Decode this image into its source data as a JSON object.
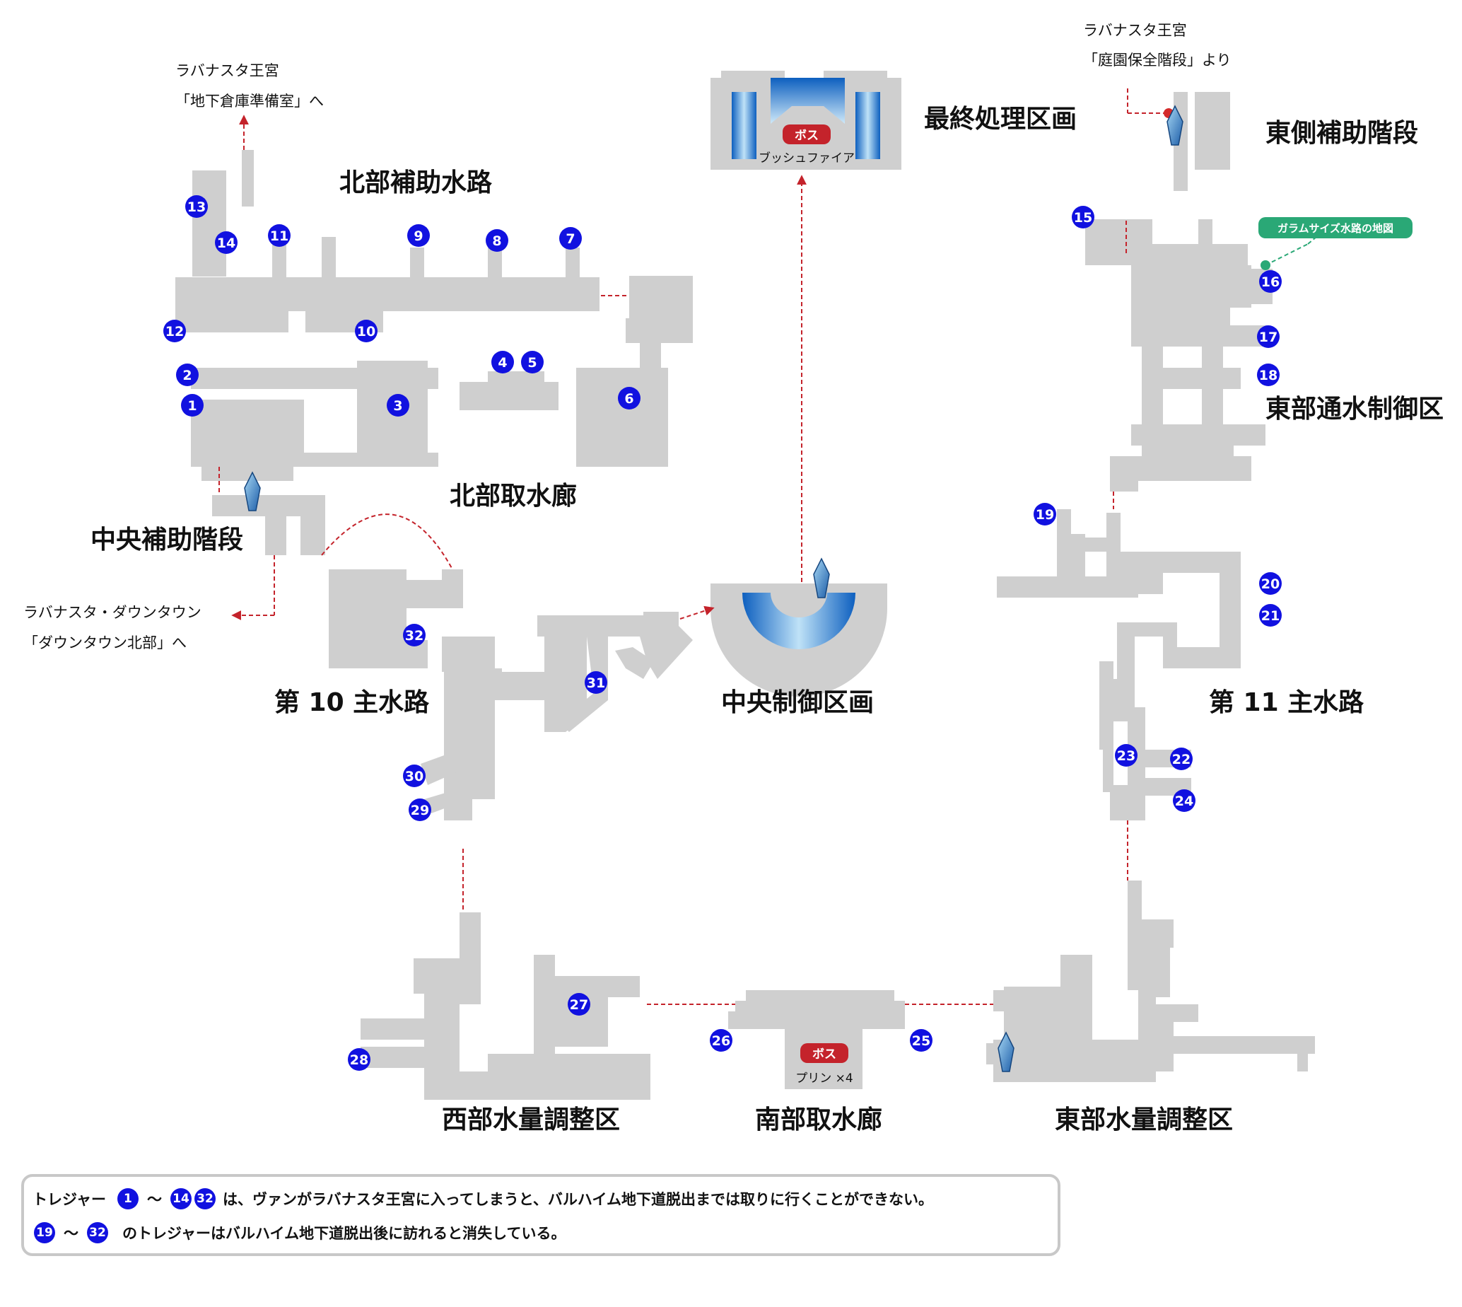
{
  "areas": {
    "north_aux_waterway": "北部補助水路",
    "north_intake": "北部取水廊",
    "central_aux_stairs": "中央補助階段",
    "main_waterway_10": "第 10 主水路",
    "central_control": "中央制御区画",
    "final_processing": "最終処理区画",
    "east_aux_stairs": "東側補助階段",
    "east_flow_control": "東部通水制御区",
    "main_waterway_11": "第 11 主水路",
    "west_water_adjust": "西部水量調整区",
    "south_intake": "南部取水廊",
    "east_water_adjust": "東部水量調整区"
  },
  "exits": {
    "palace_basement_line1": "ラバナスタ王宮",
    "palace_basement_line2": "「地下倉庫準備室」へ",
    "downtown_line1": "ラバナスタ・ダウンタウン",
    "downtown_line2": "「ダウンタウン北部」へ",
    "palace_garden_line1": "ラバナスタ王宮",
    "palace_garden_line2": "「庭園保全階段」より"
  },
  "boss_final": {
    "badge": "ボス",
    "name": "ブッシュファイア"
  },
  "boss_south": {
    "badge": "ボス",
    "name": "プリン ×4"
  },
  "map_item": "ガラムサイズ水路の地図",
  "treasures": [
    "1",
    "2",
    "3",
    "4",
    "5",
    "6",
    "7",
    "8",
    "9",
    "10",
    "11",
    "12",
    "13",
    "14",
    "15",
    "16",
    "17",
    "18",
    "19",
    "20",
    "21",
    "22",
    "23",
    "24",
    "25",
    "26",
    "27",
    "28",
    "29",
    "30",
    "31",
    "32"
  ],
  "legend": {
    "line1_prefix": "トレジャー",
    "line1_start": "1",
    "line1_tilde": "～",
    "line1_end_a": "14",
    "line1_end_b": "32",
    "line1_suffix": "は、ヴァンがラバナスタ王宮に入ってしまうと、バルハイム地下道脱出までは取りに行くことができない。",
    "line2_start": "19",
    "line2_tilde": "～",
    "line2_end": "32",
    "line2_suffix": "のトレジャーはバルハイム地下道脱出後に訪れると消失している。"
  },
  "colors": {
    "floor": "#cfcfcf",
    "marker": "#1111e0",
    "boss_badge": "#c4232b",
    "map_item": "#2aa876",
    "connector": "#c4232b",
    "save_crystal": "#3a86c8"
  }
}
